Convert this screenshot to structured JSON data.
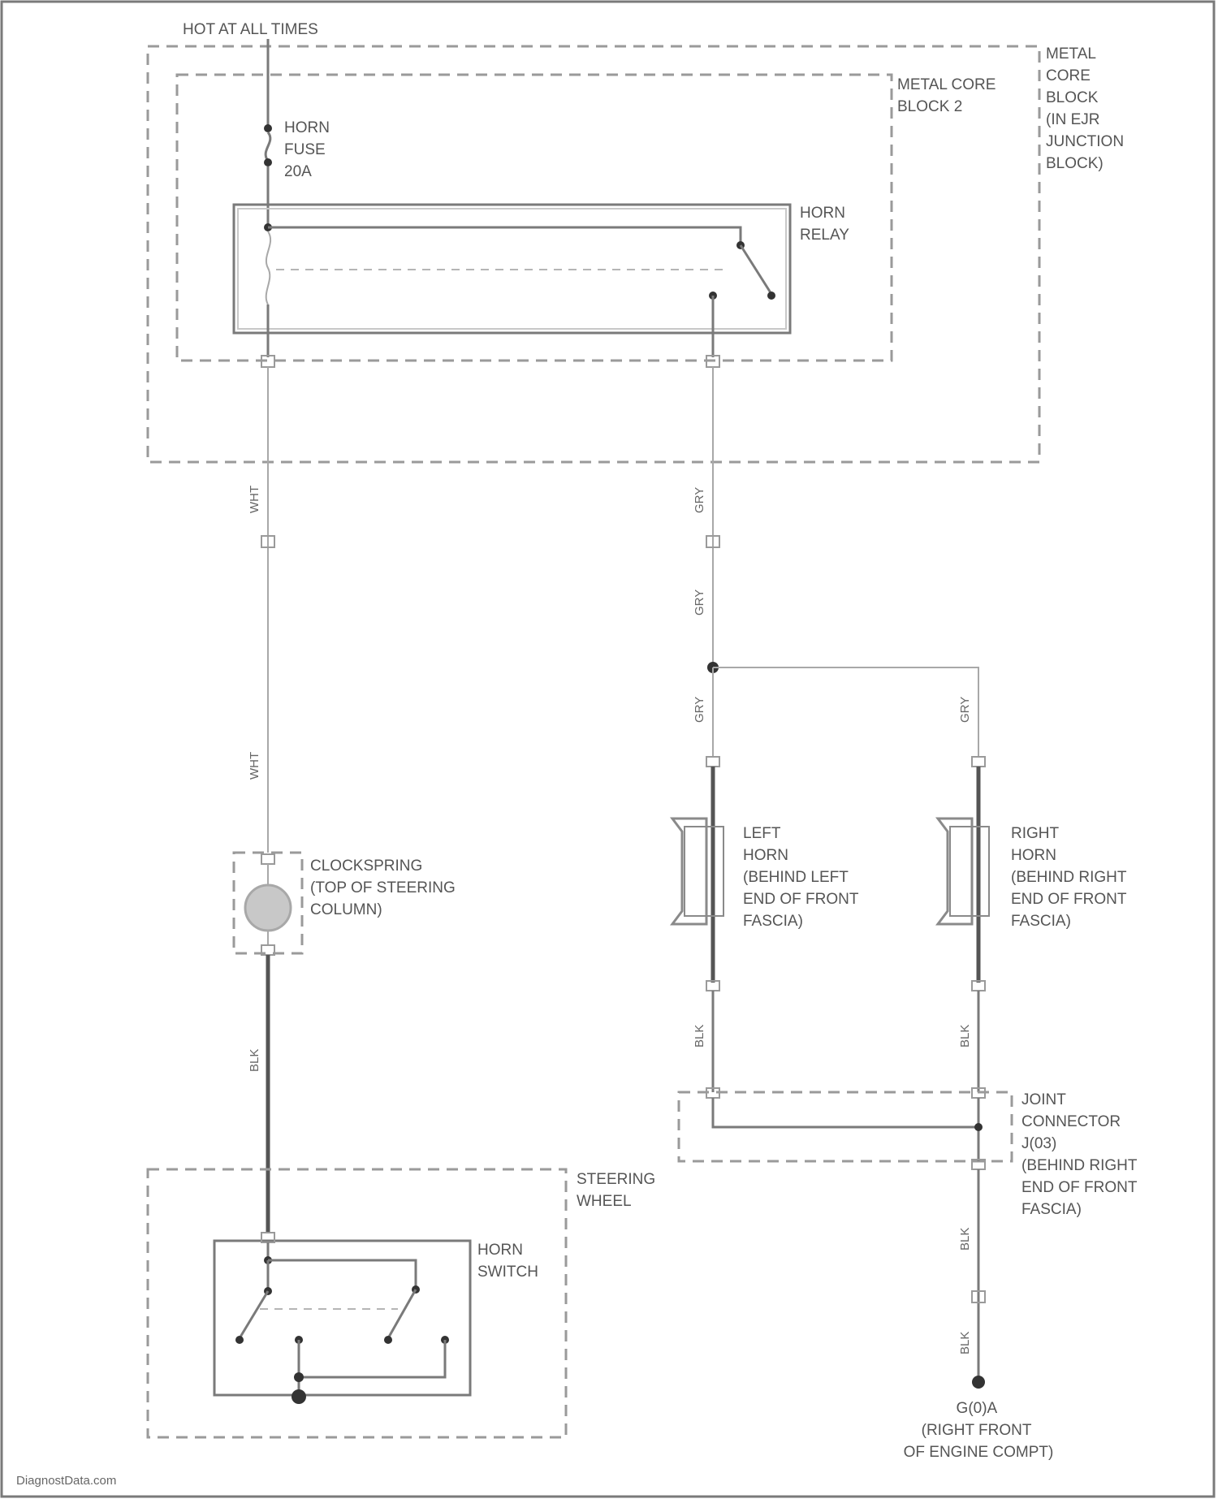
{
  "diagram": {
    "power_source": "HOT AT ALL TIMES",
    "metal_core_block": [
      "METAL",
      "CORE",
      "BLOCK",
      "(IN EJR",
      "JUNCTION",
      "BLOCK)"
    ],
    "metal_core_block_2": [
      "METAL CORE",
      "BLOCK 2"
    ],
    "horn_fuse": [
      "HORN",
      "FUSE",
      "20A"
    ],
    "horn_relay": [
      "HORN",
      "RELAY"
    ],
    "clockspring": [
      "CLOCKSPRING",
      "(TOP OF STEERING",
      "COLUMN)"
    ],
    "left_horn": [
      "LEFT",
      "HORN",
      "(BEHIND LEFT",
      "END OF FRONT",
      "FASCIA)"
    ],
    "right_horn": [
      "RIGHT",
      "HORN",
      "(BEHIND RIGHT",
      "END OF FRONT",
      "FASCIA)"
    ],
    "steering_wheel": [
      "STEERING",
      "WHEEL"
    ],
    "horn_switch": [
      "HORN",
      "SWITCH"
    ],
    "joint_connector": [
      "JOINT",
      "CONNECTOR",
      "J(03)",
      "(BEHIND RIGHT",
      "END OF FRONT",
      "FASCIA)"
    ],
    "ground": [
      "G(0)A",
      "(RIGHT FRONT",
      "OF ENGINE COMPT)"
    ],
    "wire_colors": {
      "wht": "WHT",
      "gry": "GRY",
      "blk": "BLK"
    },
    "watermark": "DiagnostData.com"
  }
}
